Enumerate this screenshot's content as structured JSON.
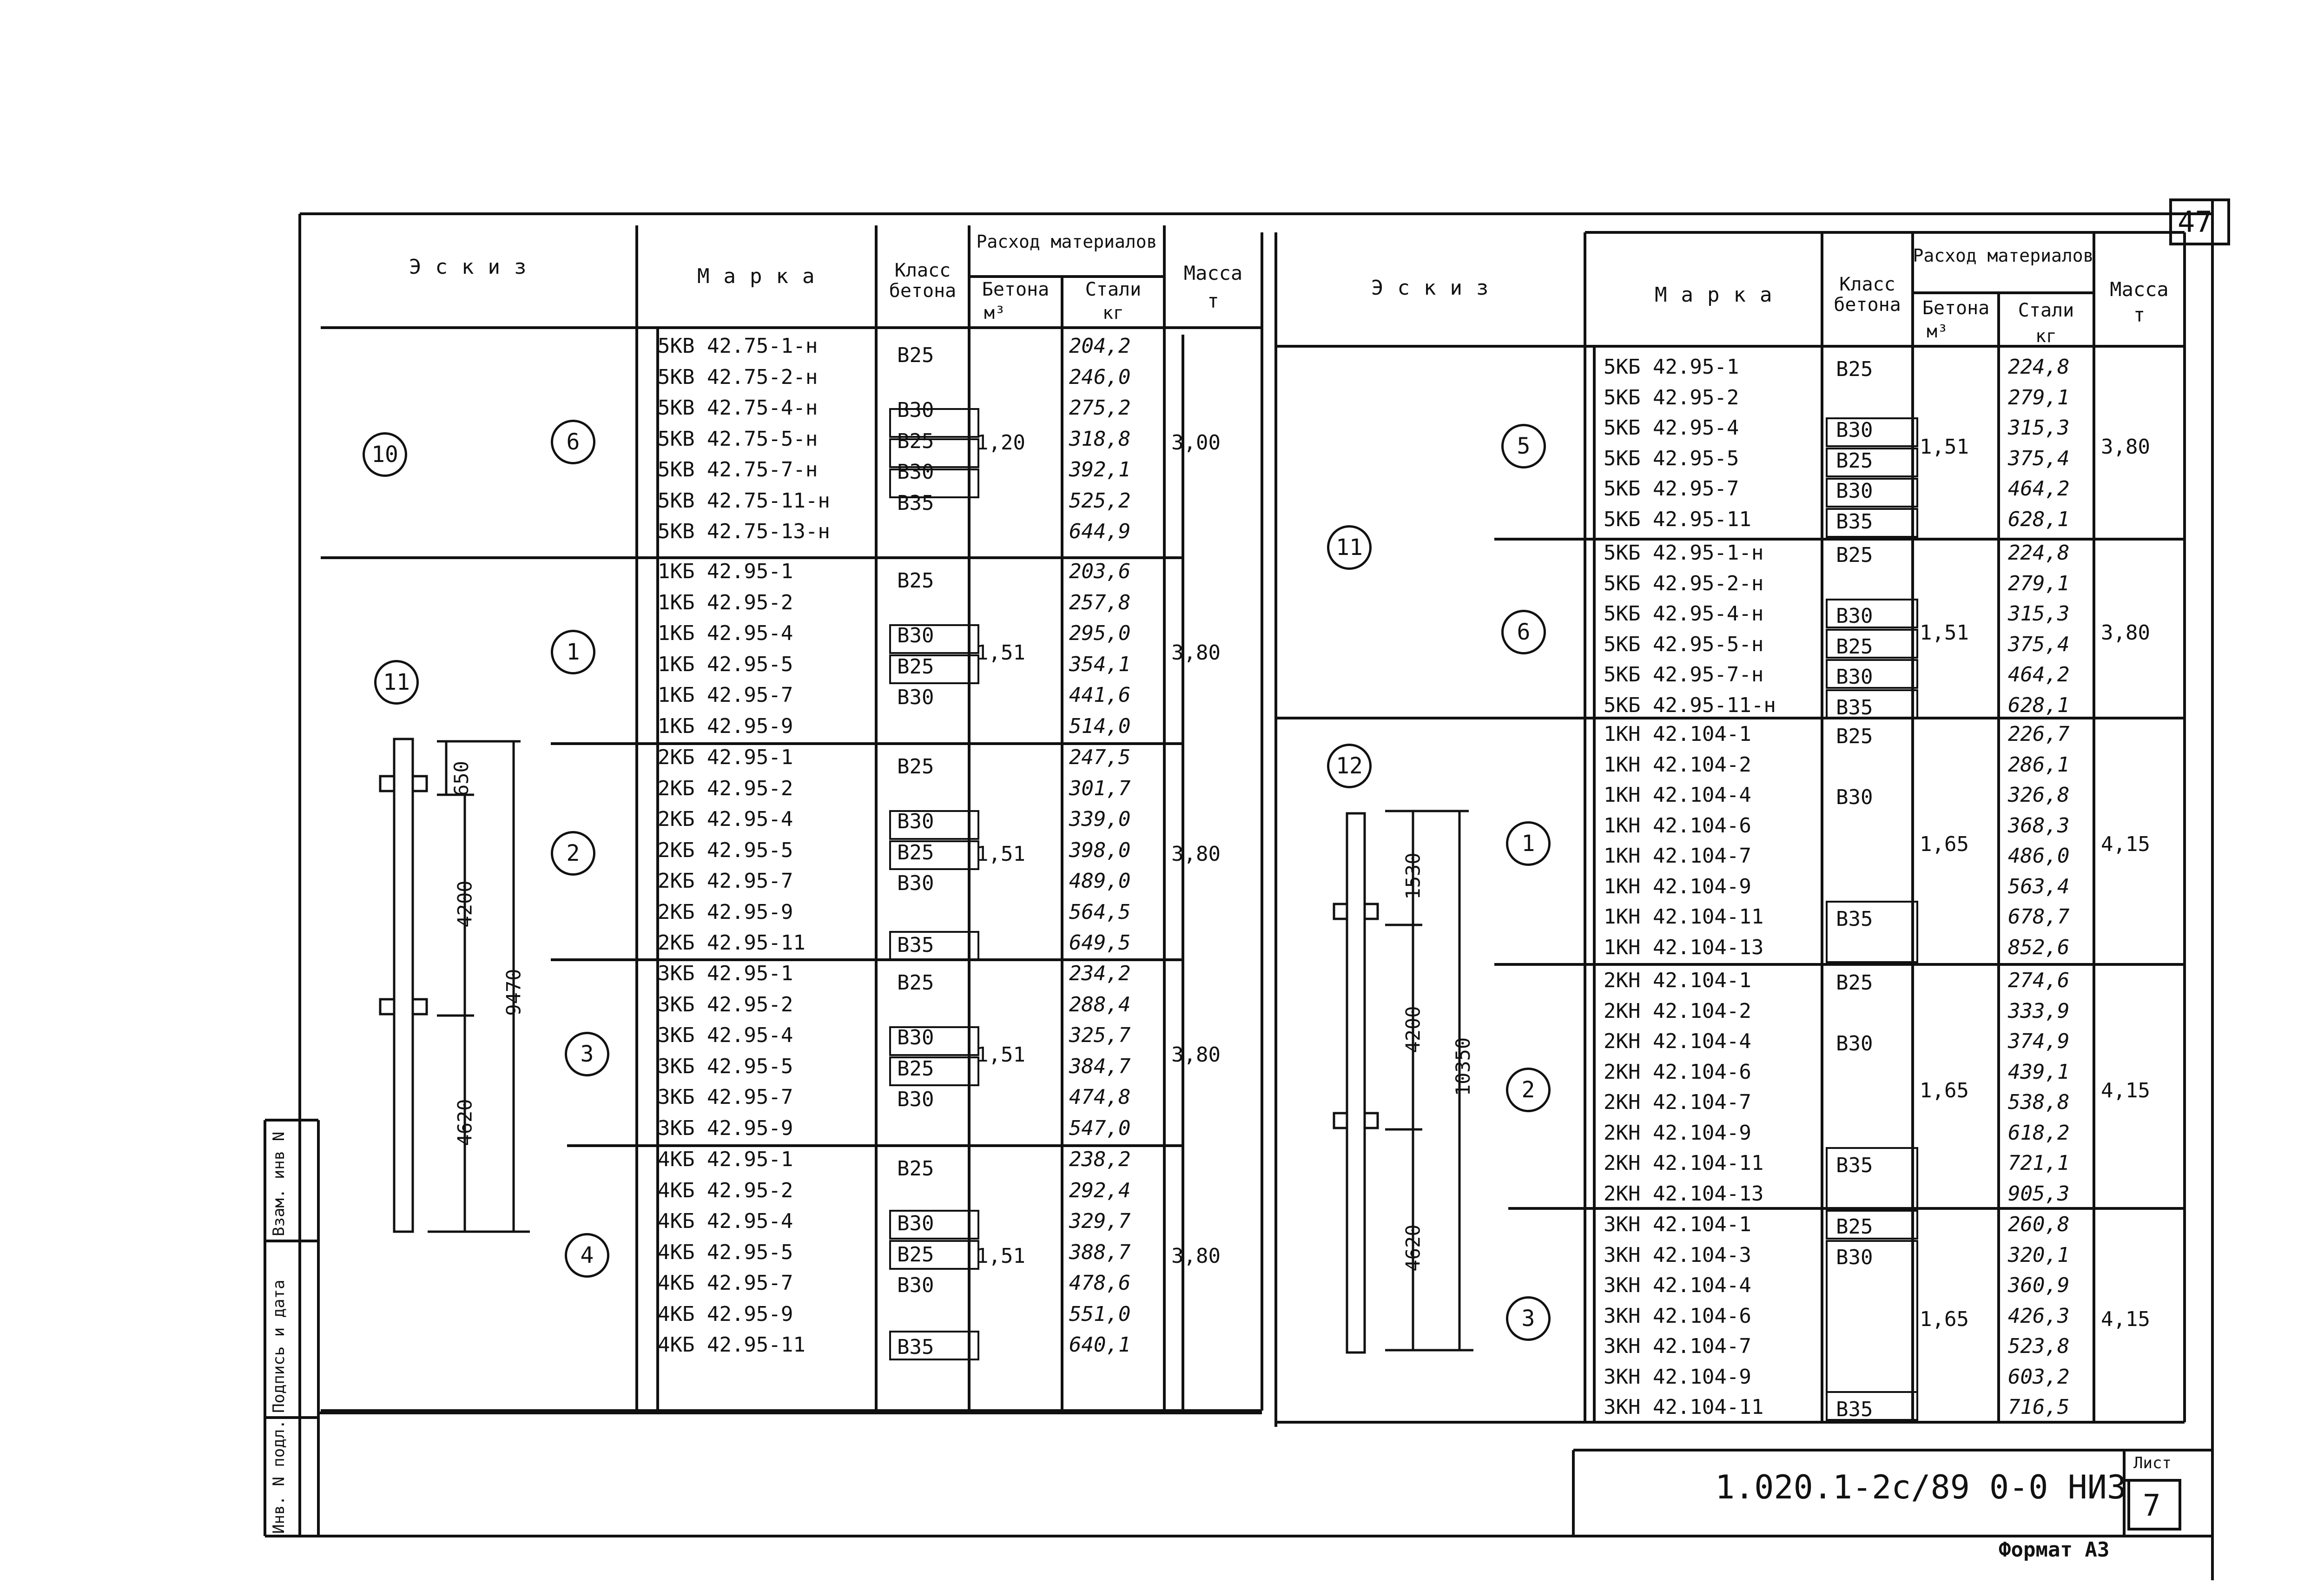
{
  "page_number": "47",
  "sheet_label": "Лист",
  "sheet_number": "7",
  "doc_code": "1.020.1-2с/89 0-0 НИЗ",
  "format": "Формат А3",
  "side_stamp": [
    "Инв. N подл.",
    "Подпись и дата",
    "Взам. инв N"
  ],
  "headers": {
    "sketch": "Эскиз",
    "mark": "Марка",
    "class": "Класс бетона",
    "consumption": "Расход материалов",
    "concrete": "Бетона",
    "concrete_unit": "м³",
    "steel": "Стали",
    "steel_unit": "кг",
    "mass": "Масса",
    "mass_unit": "т"
  },
  "left_table": {
    "groups": [
      {
        "sketch_ref": "10",
        "position": "6",
        "volume": "1,20",
        "mass": "3,00",
        "rows": [
          {
            "mark": "5КВ 42.75-1-н",
            "class": "В25",
            "steel": "204,2"
          },
          {
            "mark": "5КВ 42.75-2-н",
            "class": "",
            "steel": "246,0"
          },
          {
            "mark": "5КВ 42.75-4-н",
            "class": "В30",
            "steel": "275,2"
          },
          {
            "mark": "5КВ 42.75-5-н",
            "class": "В25",
            "steel": "318,8"
          },
          {
            "mark": "5КВ 42.75-7-н",
            "class": "В30",
            "steel": "392,1"
          },
          {
            "mark": "5КВ 42.75-11-н",
            "class": "В35",
            "steel": "525,2"
          },
          {
            "mark": "5КВ 42.75-13-н",
            "class": "",
            "steel": "644,9"
          }
        ]
      },
      {
        "sketch_ref": "11",
        "position": "1",
        "volume": "1,51",
        "mass": "3,80",
        "rows": [
          {
            "mark": "1КБ 42.95-1",
            "class": "В25",
            "steel": "203,6"
          },
          {
            "mark": "1КБ 42.95-2",
            "class": "",
            "steel": "257,8"
          },
          {
            "mark": "1КБ 42.95-4",
            "class": "В30",
            "steel": "295,0"
          },
          {
            "mark": "1КБ 42.95-5",
            "class": "В25",
            "steel": "354,1"
          },
          {
            "mark": "1КБ 42.95-7",
            "class": "В30",
            "steel": "441,6"
          },
          {
            "mark": "1КБ 42.95-9",
            "class": "",
            "steel": "514,0"
          }
        ]
      },
      {
        "position": "2",
        "volume": "1,51",
        "mass": "3,80",
        "rows": [
          {
            "mark": "2КБ 42.95-1",
            "class": "В25",
            "steel": "247,5"
          },
          {
            "mark": "2КБ 42.95-2",
            "class": "",
            "steel": "301,7"
          },
          {
            "mark": "2КБ 42.95-4",
            "class": "В30",
            "steel": "339,0"
          },
          {
            "mark": "2КБ 42.95-5",
            "class": "В25",
            "steel": "398,0"
          },
          {
            "mark": "2КБ 42.95-7",
            "class": "В30",
            "steel": "489,0"
          },
          {
            "mark": "2КБ 42.95-9",
            "class": "",
            "steel": "564,5"
          },
          {
            "mark": "2КБ 42.95-11",
            "class": "В35",
            "steel": "649,5"
          }
        ]
      },
      {
        "position": "3",
        "volume": "1,51",
        "mass": "3,80",
        "rows": [
          {
            "mark": "3КБ 42.95-1",
            "class": "В25",
            "steel": "234,2"
          },
          {
            "mark": "3КБ 42.95-2",
            "class": "",
            "steel": "288,4"
          },
          {
            "mark": "3КБ 42.95-4",
            "class": "В30",
            "steel": "325,7"
          },
          {
            "mark": "3КБ 42.95-5",
            "class": "В25",
            "steel": "384,7"
          },
          {
            "mark": "3КБ 42.95-7",
            "class": "В30",
            "steel": "474,8"
          },
          {
            "mark": "3КБ 42.95-9",
            "class": "",
            "steel": "547,0"
          }
        ]
      },
      {
        "position": "4",
        "volume": "1,51",
        "mass": "3,80",
        "rows": [
          {
            "mark": "4КБ 42.95-1",
            "class": "В25",
            "steel": "238,2"
          },
          {
            "mark": "4КБ 42.95-2",
            "class": "",
            "steel": "292,4"
          },
          {
            "mark": "4КБ 42.95-4",
            "class": "В30",
            "steel": "329,7"
          },
          {
            "mark": "4КБ 42.95-5",
            "class": "В25",
            "steel": "388,7"
          },
          {
            "mark": "4КБ 42.95-7",
            "class": "В30",
            "steel": "478,6"
          },
          {
            "mark": "4КБ 42.95-9",
            "class": "",
            "steel": "551,0"
          },
          {
            "mark": "4КБ 42.95-11",
            "class": "В35",
            "steel": "640,1"
          }
        ]
      }
    ],
    "dims": [
      "650",
      "4200",
      "4620",
      "9470"
    ]
  },
  "right_table": {
    "groups": [
      {
        "sketch_ref": "11",
        "position": "5",
        "volume": "1,51",
        "mass": "3,80",
        "rows": [
          {
            "mark": "5КБ 42.95-1",
            "class": "В25",
            "steel": "224,8"
          },
          {
            "mark": "5КБ 42.95-2",
            "class": "",
            "steel": "279,1"
          },
          {
            "mark": "5КБ 42.95-4",
            "class": "В30",
            "steel": "315,3"
          },
          {
            "mark": "5КБ 42.95-5",
            "class": "В25",
            "steel": "375,4"
          },
          {
            "mark": "5КБ 42.95-7",
            "class": "В30",
            "steel": "464,2"
          },
          {
            "mark": "5КБ 42.95-11",
            "class": "В35",
            "steel": "628,1"
          }
        ]
      },
      {
        "position": "6",
        "volume": "1,51",
        "mass": "3,80",
        "rows": [
          {
            "mark": "5КБ 42.95-1-н",
            "class": "В25",
            "steel": "224,8"
          },
          {
            "mark": "5КБ 42.95-2-н",
            "class": "",
            "steel": "279,1"
          },
          {
            "mark": "5КБ 42.95-4-н",
            "class": "В30",
            "steel": "315,3"
          },
          {
            "mark": "5КБ 42.95-5-н",
            "class": "В25",
            "steel": "375,4"
          },
          {
            "mark": "5КБ 42.95-7-н",
            "class": "В30",
            "steel": "464,2"
          },
          {
            "mark": "5КБ 42.95-11-н",
            "class": "В35",
            "steel": "628,1"
          }
        ]
      },
      {
        "sketch_ref": "12",
        "position": "1",
        "volume": "1,65",
        "mass": "4,15",
        "rows": [
          {
            "mark": "1КН 42.104-1",
            "class": "В25",
            "steel": "226,7"
          },
          {
            "mark": "1КН 42.104-2",
            "class": "",
            "steel": "286,1"
          },
          {
            "mark": "1КН 42.104-4",
            "class": "В30",
            "steel": "326,8"
          },
          {
            "mark": "1КН 42.104-6",
            "class": "",
            "steel": "368,3"
          },
          {
            "mark": "1КН 42.104-7",
            "class": "",
            "steel": "486,0"
          },
          {
            "mark": "1КН 42.104-9",
            "class": "",
            "steel": "563,4"
          },
          {
            "mark": "1КН 42.104-11",
            "class": "В35",
            "steel": "678,7"
          },
          {
            "mark": "1КН 42.104-13",
            "class": "",
            "steel": "852,6"
          }
        ]
      },
      {
        "position": "2",
        "volume": "1,65",
        "mass": "4,15",
        "rows": [
          {
            "mark": "2КН 42.104-1",
            "class": "В25",
            "steel": "274,6"
          },
          {
            "mark": "2КН 42.104-2",
            "class": "",
            "steel": "333,9"
          },
          {
            "mark": "2КН 42.104-4",
            "class": "В30",
            "steel": "374,9"
          },
          {
            "mark": "2КН 42.104-6",
            "class": "",
            "steel": "439,1"
          },
          {
            "mark": "2КН 42.104-7",
            "class": "",
            "steel": "538,8"
          },
          {
            "mark": "2КН 42.104-9",
            "class": "",
            "steel": "618,2"
          },
          {
            "mark": "2КН 42.104-11",
            "class": "В35",
            "steel": "721,1"
          },
          {
            "mark": "2КН 42.104-13",
            "class": "",
            "steel": "905,3"
          }
        ]
      },
      {
        "position": "3",
        "volume": "1,65",
        "mass": "4,15",
        "rows": [
          {
            "mark": "3КН 42.104-1",
            "class": "В25",
            "steel": "260,8"
          },
          {
            "mark": "3КН 42.104-3",
            "class": "В30",
            "steel": "320,1"
          },
          {
            "mark": "3КН 42.104-4",
            "class": "",
            "steel": "360,9"
          },
          {
            "mark": "3КН 42.104-6",
            "class": "",
            "steel": "426,3"
          },
          {
            "mark": "3КН 42.104-7",
            "class": "",
            "steel": "523,8"
          },
          {
            "mark": "3КН 42.104-9",
            "class": "",
            "steel": "603,2"
          },
          {
            "mark": "3КН 42.104-11",
            "class": "В35",
            "steel": "716,5"
          }
        ]
      }
    ],
    "dims": [
      "1530",
      "4200",
      "4620",
      "10350"
    ]
  }
}
